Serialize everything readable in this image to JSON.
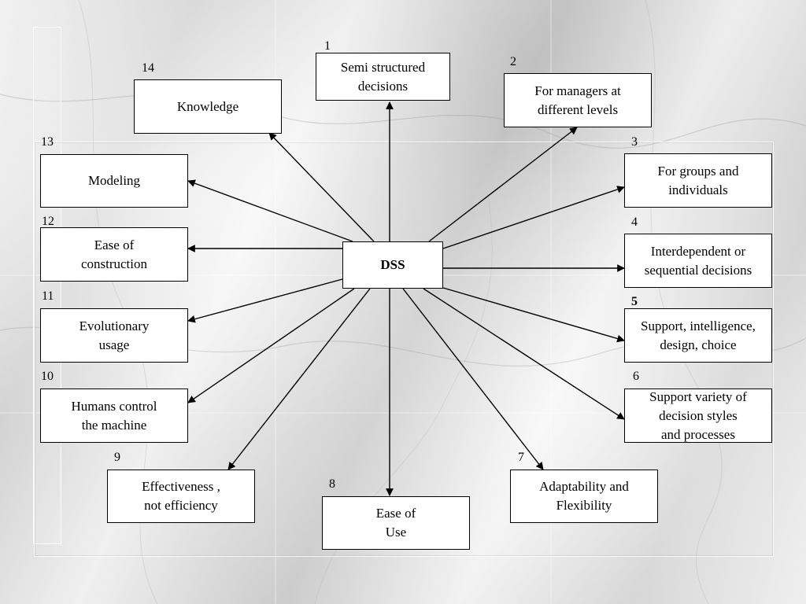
{
  "diagram": {
    "center": "DSS",
    "nodes": [
      {
        "num": "1",
        "label": "Semi structured\ndecisions"
      },
      {
        "num": "2",
        "label": "For managers at\ndifferent levels"
      },
      {
        "num": "3",
        "label": "For groups and\nindividuals"
      },
      {
        "num": "4",
        "label": "Interdependent or\nsequential decisions"
      },
      {
        "num": "5",
        "label": "Support, intelligence,\ndesign, choice"
      },
      {
        "num": "6",
        "label": "Support variety of\ndecision styles\nand processes"
      },
      {
        "num": "7",
        "label": "Adaptability and\nFlexibility"
      },
      {
        "num": "8",
        "label": "Ease of\nUse"
      },
      {
        "num": "9",
        "label": "Effectiveness ,\nnot efficiency"
      },
      {
        "num": "10",
        "label": "Humans control\nthe machine"
      },
      {
        "num": "11",
        "label": "Evolutionary\nusage"
      },
      {
        "num": "12",
        "label": "Ease of\nconstruction"
      },
      {
        "num": "13",
        "label": "Modeling"
      },
      {
        "num": "14",
        "label": "Knowledge"
      }
    ]
  }
}
